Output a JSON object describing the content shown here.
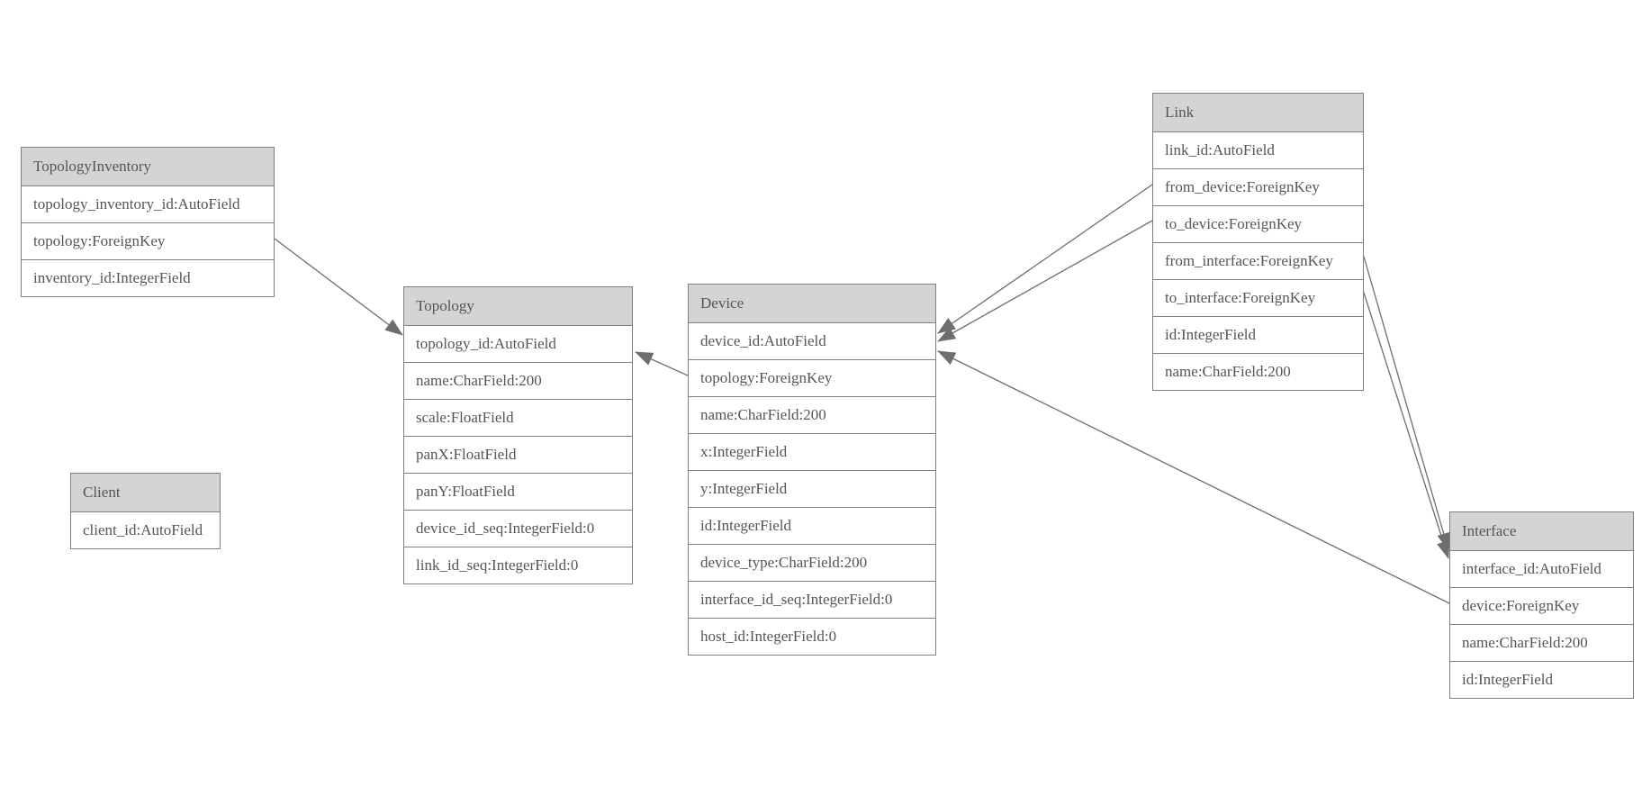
{
  "diagram": {
    "colors": {
      "background": "#ffffff",
      "header_bg": "#d4d4d4",
      "border": "#7f7f7f",
      "text": "#555555",
      "edge": "#6e6e6e"
    },
    "tables": {
      "topology_inventory": {
        "title": "TopologyInventory",
        "rows": [
          "topology_inventory_id:AutoField",
          "topology:ForeignKey",
          "inventory_id:IntegerField"
        ]
      },
      "topology": {
        "title": "Topology",
        "rows": [
          "topology_id:AutoField",
          "name:CharField:200",
          "scale:FloatField",
          "panX:FloatField",
          "panY:FloatField",
          "device_id_seq:IntegerField:0",
          "link_id_seq:IntegerField:0"
        ]
      },
      "client": {
        "title": "Client",
        "rows": [
          "client_id:AutoField"
        ]
      },
      "device": {
        "title": "Device",
        "rows": [
          "device_id:AutoField",
          "topology:ForeignKey",
          "name:CharField:200",
          "x:IntegerField",
          "y:IntegerField",
          "id:IntegerField",
          "device_type:CharField:200",
          "interface_id_seq:IntegerField:0",
          "host_id:IntegerField:0"
        ]
      },
      "link": {
        "title": "Link",
        "rows": [
          "link_id:AutoField",
          "from_device:ForeignKey",
          "to_device:ForeignKey",
          "from_interface:ForeignKey",
          "to_interface:ForeignKey",
          "id:IntegerField",
          "name:CharField:200"
        ]
      },
      "interface": {
        "title": "Interface",
        "rows": [
          "interface_id:AutoField",
          "device:ForeignKey",
          "name:CharField:200",
          "id:IntegerField"
        ]
      }
    },
    "edges": [
      {
        "from": "TopologyInventory.topology",
        "to": "Topology"
      },
      {
        "from": "Device.topology",
        "to": "Topology"
      },
      {
        "from": "Link.from_device",
        "to": "Device"
      },
      {
        "from": "Link.to_device",
        "to": "Device"
      },
      {
        "from": "Link.from_interface",
        "to": "Interface"
      },
      {
        "from": "Link.to_interface",
        "to": "Interface"
      },
      {
        "from": "Interface.device",
        "to": "Device"
      }
    ]
  }
}
